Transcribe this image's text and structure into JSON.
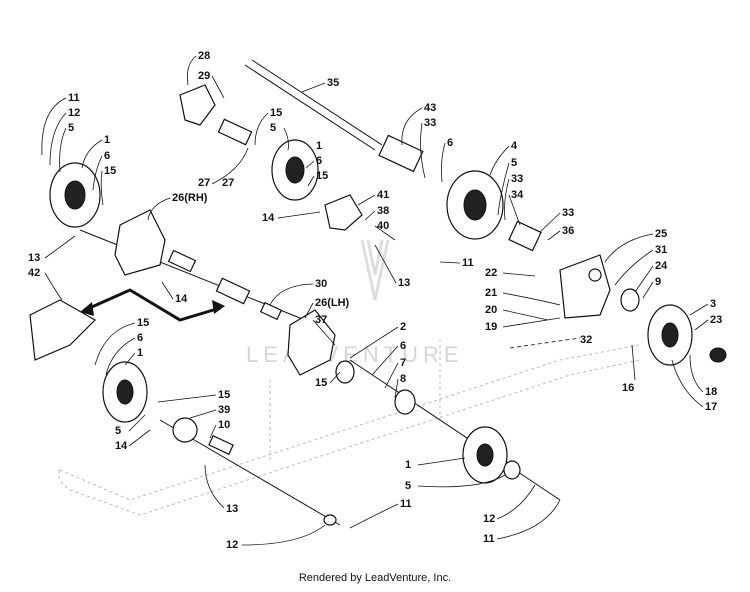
{
  "watermark": "LEADVENTURE",
  "footer": {
    "credit": "Rendered by LeadVenture, Inc."
  },
  "callouts": {
    "c1a": "11",
    "c1b": "12",
    "c1c": "5",
    "c1d": "1",
    "c1e": "6",
    "c1f": "15",
    "c1g": "13",
    "c1h": "42",
    "c1i": "26(RH)",
    "c1j": "14",
    "c1k": "27",
    "c2a": "28",
    "c2b": "29",
    "c2c": "35",
    "c2d": "15",
    "c2e": "5",
    "c2f": "1",
    "c2g": "6",
    "c2h": "15",
    "c2i": "27",
    "c2j": "14",
    "c2k": "41",
    "c2l": "38",
    "c2m": "40",
    "c2n": "11",
    "c2o": "13",
    "c3a": "43",
    "c3b": "33",
    "c3c": "6",
    "c3d": "4",
    "c3e": "5",
    "c3f": "33",
    "c3g": "34",
    "c3h": "33",
    "c3i": "36",
    "c4a": "25",
    "c4b": "31",
    "c4c": "24",
    "c4d": "9",
    "c4e": "22",
    "c4f": "21",
    "c4g": "20",
    "c4h": "19",
    "c4i": "32",
    "c4j": "3",
    "c4k": "23",
    "c4l": "16",
    "c4m": "18",
    "c4n": "17",
    "c5a": "15",
    "c5b": "6",
    "c5c": "1",
    "c5d": "15",
    "c5e": "39",
    "c5f": "10",
    "c5g": "5",
    "c5h": "14",
    "c5i": "13",
    "c5j": "12",
    "c5k": "11",
    "c6a": "30",
    "c6b": "26(LH)",
    "c6c": "37",
    "c6d": "2",
    "c6e": "6",
    "c6f": "7",
    "c6g": "8",
    "c6h": "15",
    "c6i": "1",
    "c6j": "5",
    "c6k": "12",
    "c6l": "11"
  }
}
